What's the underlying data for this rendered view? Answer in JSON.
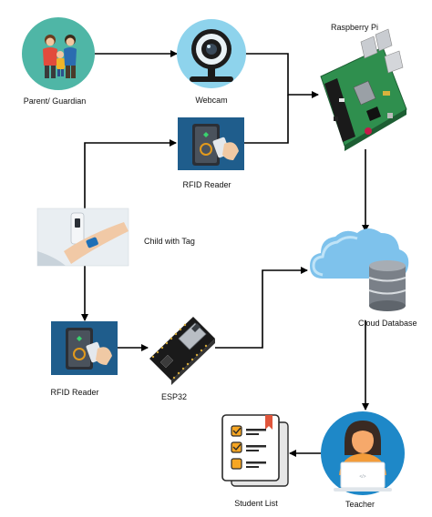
{
  "nodes": {
    "parent": {
      "label": "Parent/ Guardian",
      "icon": "parent-guardian-icon"
    },
    "webcam": {
      "label": "Webcam",
      "icon": "webcam-icon"
    },
    "raspberry": {
      "label": "Raspberry Pi",
      "icon": "raspberry-pi-board-icon"
    },
    "rfid_top": {
      "label": "RFID Reader",
      "icon": "rfid-reader-icon"
    },
    "child": {
      "label": "Child with Tag",
      "icon": "child-wristband-tag-icon"
    },
    "cloud": {
      "label": "Cloud Database",
      "icon": "cloud-database-icon"
    },
    "rfid_bottom": {
      "label": "RFID Reader",
      "icon": "rfid-reader-icon"
    },
    "esp32": {
      "label": "ESP32",
      "icon": "esp32-board-icon"
    },
    "student_list": {
      "label": "Student List",
      "icon": "checklist-icon"
    },
    "teacher": {
      "label": "Teacher",
      "icon": "teacher-icon"
    }
  },
  "colors": {
    "parent_circle": "#4fb6a6",
    "webcam_circle": "#8ed3ec",
    "teacher_circle": "#1e88c8",
    "rfid_bg": "#1f5d8c",
    "raspberry_board": "#2f8f4e",
    "arrow": "#000000"
  }
}
